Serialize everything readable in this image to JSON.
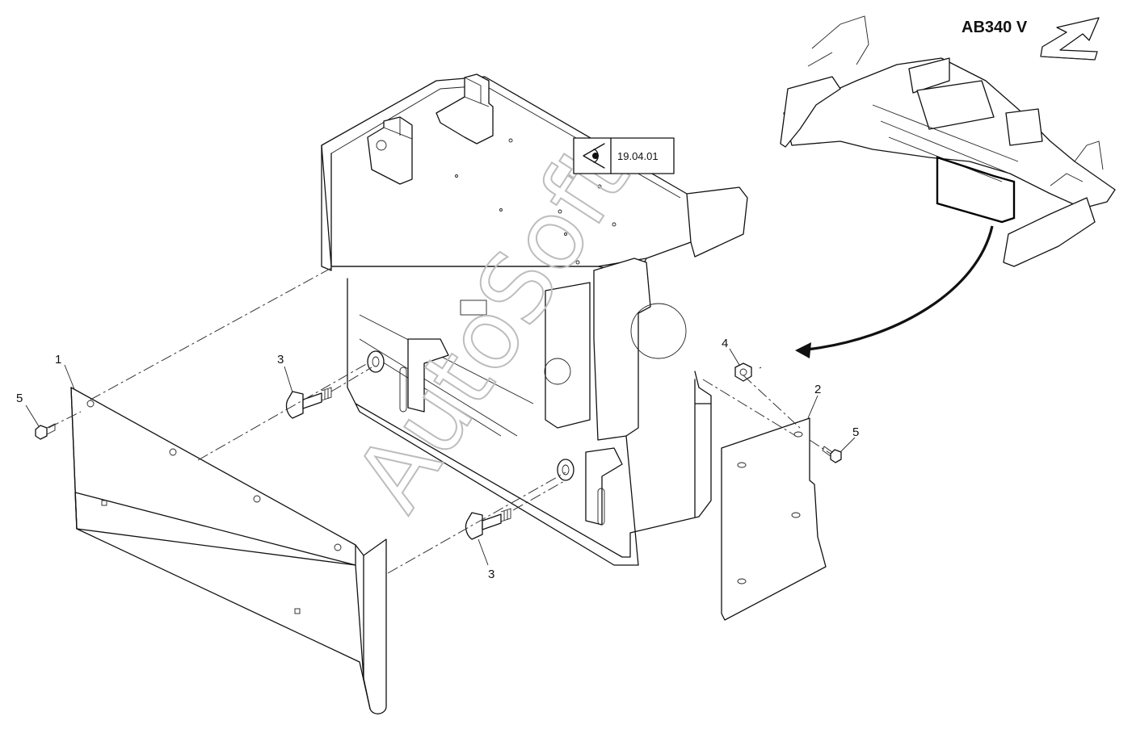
{
  "model_label": "AB340 V",
  "view_reference": {
    "icon": "eye-icon",
    "code": "19.04.01"
  },
  "watermark": "AutoSoft",
  "callouts": [
    {
      "id": "c1",
      "number": "1",
      "part": "front-cover-plate"
    },
    {
      "id": "c2",
      "number": "2",
      "part": "side-cover-plate"
    },
    {
      "id": "c3a",
      "number": "3",
      "part": "stud-bolt-upper"
    },
    {
      "id": "c3b",
      "number": "3",
      "part": "stud-bolt-lower"
    },
    {
      "id": "c4",
      "number": "4",
      "part": "nut"
    },
    {
      "id": "c5a",
      "number": "5",
      "part": "hex-screw-left"
    },
    {
      "id": "c5b",
      "number": "5",
      "part": "hex-screw-right"
    }
  ],
  "colors": {
    "line": "#111111",
    "watermark": "#bdbdbd",
    "background": "#ffffff"
  }
}
